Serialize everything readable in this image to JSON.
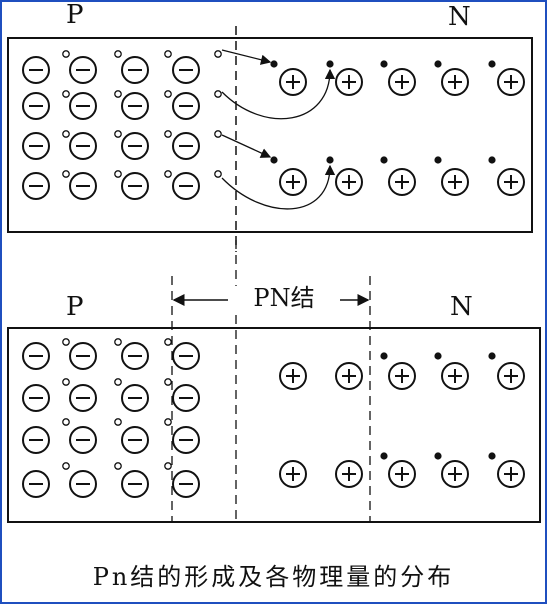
{
  "top_panel": {
    "p_label": "P",
    "n_label": "N"
  },
  "bottom_panel": {
    "p_label": "P",
    "n_label": "N",
    "junction_label": "PN结"
  },
  "caption": "Pn结的形成及各物理量的分布",
  "symbols": {
    "negative_ion": "⊖",
    "positive_ion": "⊕",
    "hole": "small-open-circle",
    "electron": "small-filled-dot"
  },
  "colors": {
    "border": "#1f4fbf",
    "ink": "#111111"
  }
}
